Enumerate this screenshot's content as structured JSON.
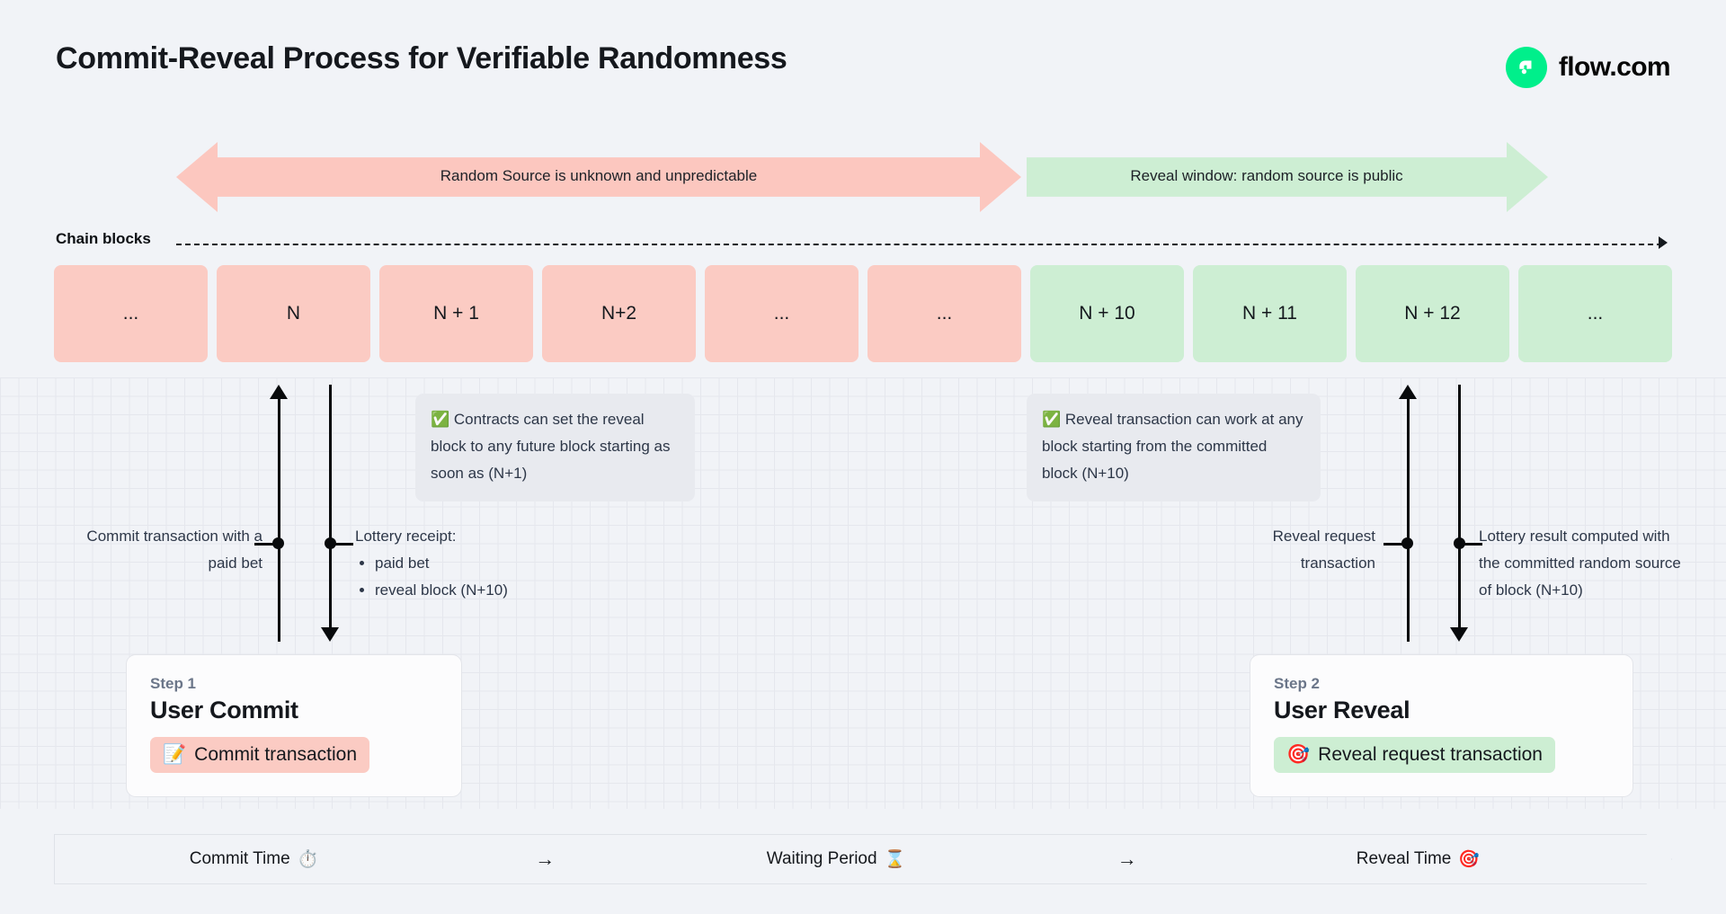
{
  "header": {
    "title": "Commit-Reveal Process for Verifiable Randomness",
    "brand_name": "flow.com",
    "brand_accent": "#00ef8b"
  },
  "banners": {
    "unknown": "Random Source is unknown and unpredictable",
    "reveal": "Reveal window: random source is public",
    "unknown_color": "#fcc7bf",
    "reveal_color": "#cdeed3"
  },
  "chain": {
    "label": "Chain blocks",
    "blocks": [
      {
        "label": "...",
        "state": "pink"
      },
      {
        "label": "N",
        "state": "pink"
      },
      {
        "label": "N + 1",
        "state": "pink"
      },
      {
        "label": "N+2",
        "state": "pink"
      },
      {
        "label": "...",
        "state": "pink"
      },
      {
        "label": "...",
        "state": "pink"
      },
      {
        "label": "N + 10",
        "state": "green"
      },
      {
        "label": "N + 11",
        "state": "green"
      },
      {
        "label": "N + 12",
        "state": "green"
      },
      {
        "label": "...",
        "state": "green"
      }
    ]
  },
  "notes": {
    "contracts": {
      "icon": "white-check-mark",
      "emoji": "✅",
      "text": "Contracts can set the reveal block to any future block starting as soon as (N+1)"
    },
    "reveal": {
      "icon": "white-check-mark",
      "emoji": "✅",
      "text": "Reveal transaction can work at any block starting from the committed block (N+10)"
    }
  },
  "annotations": {
    "commit_transaction": "Commit transaction with a paid bet",
    "lottery_receipt_title": "Lottery receipt:",
    "lottery_receipt_items": [
      "paid bet",
      "reveal block (N+10)"
    ],
    "reveal_request": "Reveal request transaction",
    "lottery_result": "Lottery result computed with the committed random source of block (N+10)"
  },
  "steps": [
    {
      "eyebrow": "Step 1",
      "title": "User Commit",
      "pill_label": "Commit transaction",
      "pill_icon": "memo-pencil-icon",
      "pill_emoji": "📝",
      "pill_color": "#fbcbc3"
    },
    {
      "eyebrow": "Step 2",
      "title": "User Reveal",
      "pill_label": "Reveal request transaction",
      "pill_icon": "direct-hit-target-icon",
      "pill_emoji": "🎯",
      "pill_color": "#cdeed3"
    }
  ],
  "timeline": {
    "stages": [
      {
        "label": "Commit Time",
        "icon": "stopwatch-icon",
        "emoji": "⏱️"
      },
      {
        "label": "Waiting Period",
        "icon": "hourglass-icon",
        "emoji": "⌛"
      },
      {
        "label": "Reveal Time",
        "icon": "direct-hit-target-icon",
        "emoji": "🎯"
      }
    ],
    "separator": "→"
  }
}
